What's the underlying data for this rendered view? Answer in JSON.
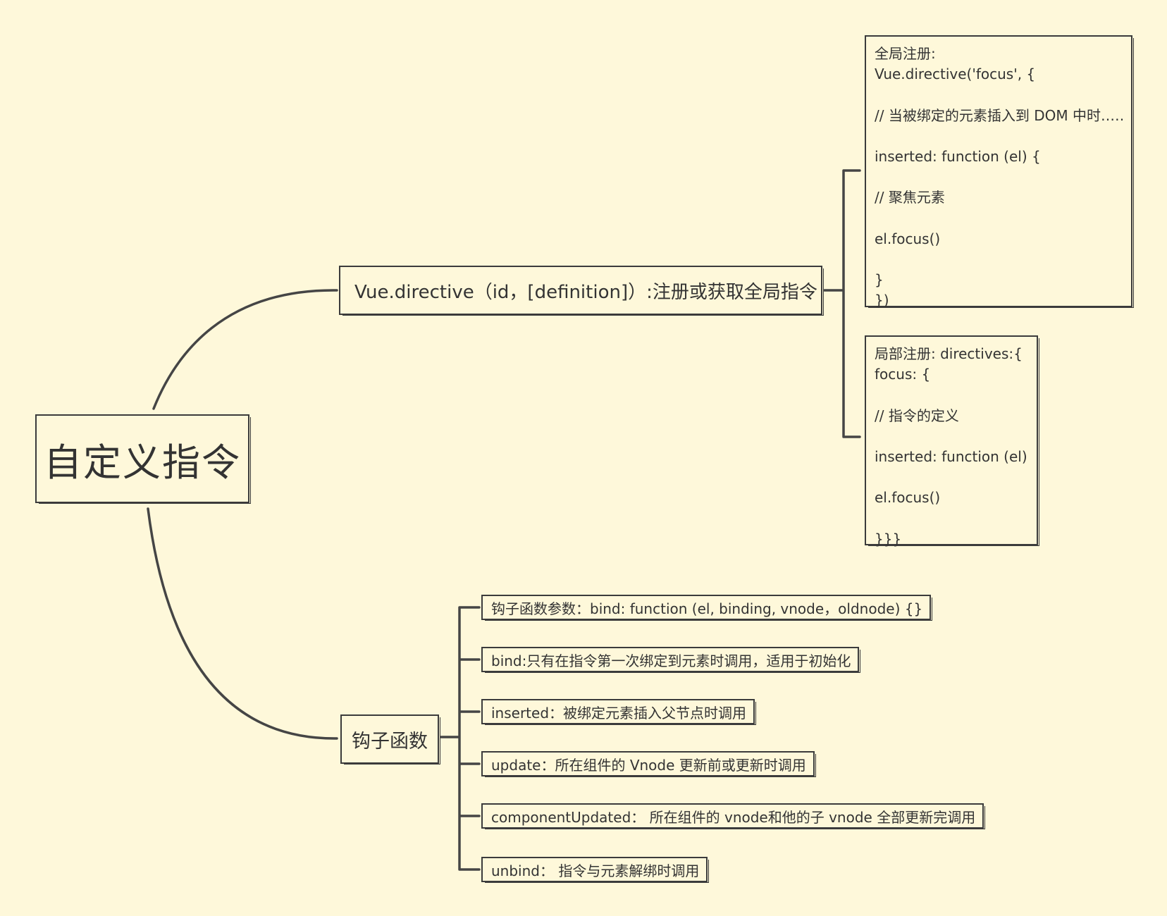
{
  "root": {
    "label": "自定义指令"
  },
  "branches": {
    "directive": {
      "label": "Vue.directive（id，[definition]）:注册或获取全局指令",
      "global_registration": {
        "lines": [
          "全局注册:",
          "Vue.directive('focus', {",
          "",
          "// 当被绑定的元素插入到 DOM 中时……",
          "",
          "inserted: function (el) {",
          "",
          "// 聚焦元素",
          "",
          "el.focus()",
          "",
          "}",
          "})"
        ]
      },
      "local_registration": {
        "lines": [
          "局部注册: directives:{",
          "focus: {",
          "",
          "// 指令的定义",
          "",
          "inserted: function (el) {",
          "",
          "el.focus()",
          "",
          "}}}"
        ]
      }
    },
    "hooks": {
      "label": "钩子函数",
      "items": [
        "钩子函数参数：bind: function (el, binding, vnode，oldnode) {}",
        "bind:只有在指令第一次绑定到元素时调用，适用于初始化",
        "inserted：被绑定元素插入父节点时调用",
        "update：所在组件的 Vnode 更新前或更新时调用",
        "componentUpdated： 所在组件的 vnode和他的子 vnode 全部更新完调用",
        "unbind： 指令与元素解绑时调用"
      ]
    }
  }
}
